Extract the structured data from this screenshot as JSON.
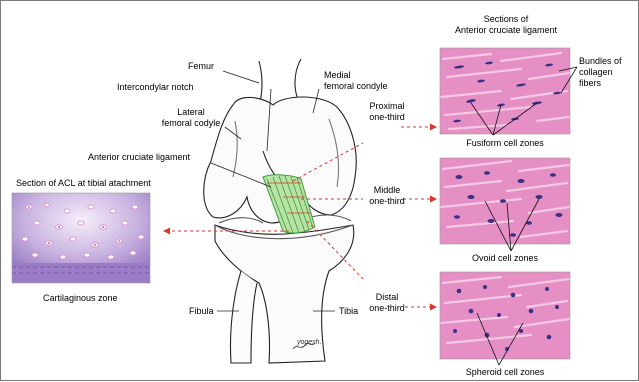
{
  "labels": {
    "femur": "Femur",
    "medial_condyle": "Medial\nfemoral condyle",
    "intercondylar_notch": "Intercondylar notch",
    "lateral_condyle": "Lateral\nfemoral codyle",
    "acl": "Anterior cruciate ligament",
    "section_tibial": "Section of ACL at tibial atachment",
    "cartilaginous_zone": "Cartilaginous zone",
    "fibula": "Fibula",
    "tibia": "Tibia",
    "proximal": "Proximal\none-third",
    "middle": "Middle\none-third",
    "distal": "Distal\none-third",
    "sections_title": "Sections of\nAnterior cruciate ligament",
    "bundles": "Bundles of\ncollagen\nfibers",
    "fusiform": "Fusiform cell zones",
    "ovoid": "Ovoid cell zones",
    "spheroid": "Spheroid cell zones",
    "signature": "yogesh."
  },
  "colors": {
    "tissue_pink": "#e58fc4",
    "tissue_streak": "#f4c9e6",
    "nucleus": "#3a2f86",
    "ligament_green": "#b8e3a6",
    "ligament_fiber": "#3e9a3a",
    "arrow_red": "#d9352c",
    "cartilage_purple": "#a98ac9"
  },
  "icons": {
    "knee": "knee-joint-illustration",
    "histology": "histology-micrograph"
  }
}
